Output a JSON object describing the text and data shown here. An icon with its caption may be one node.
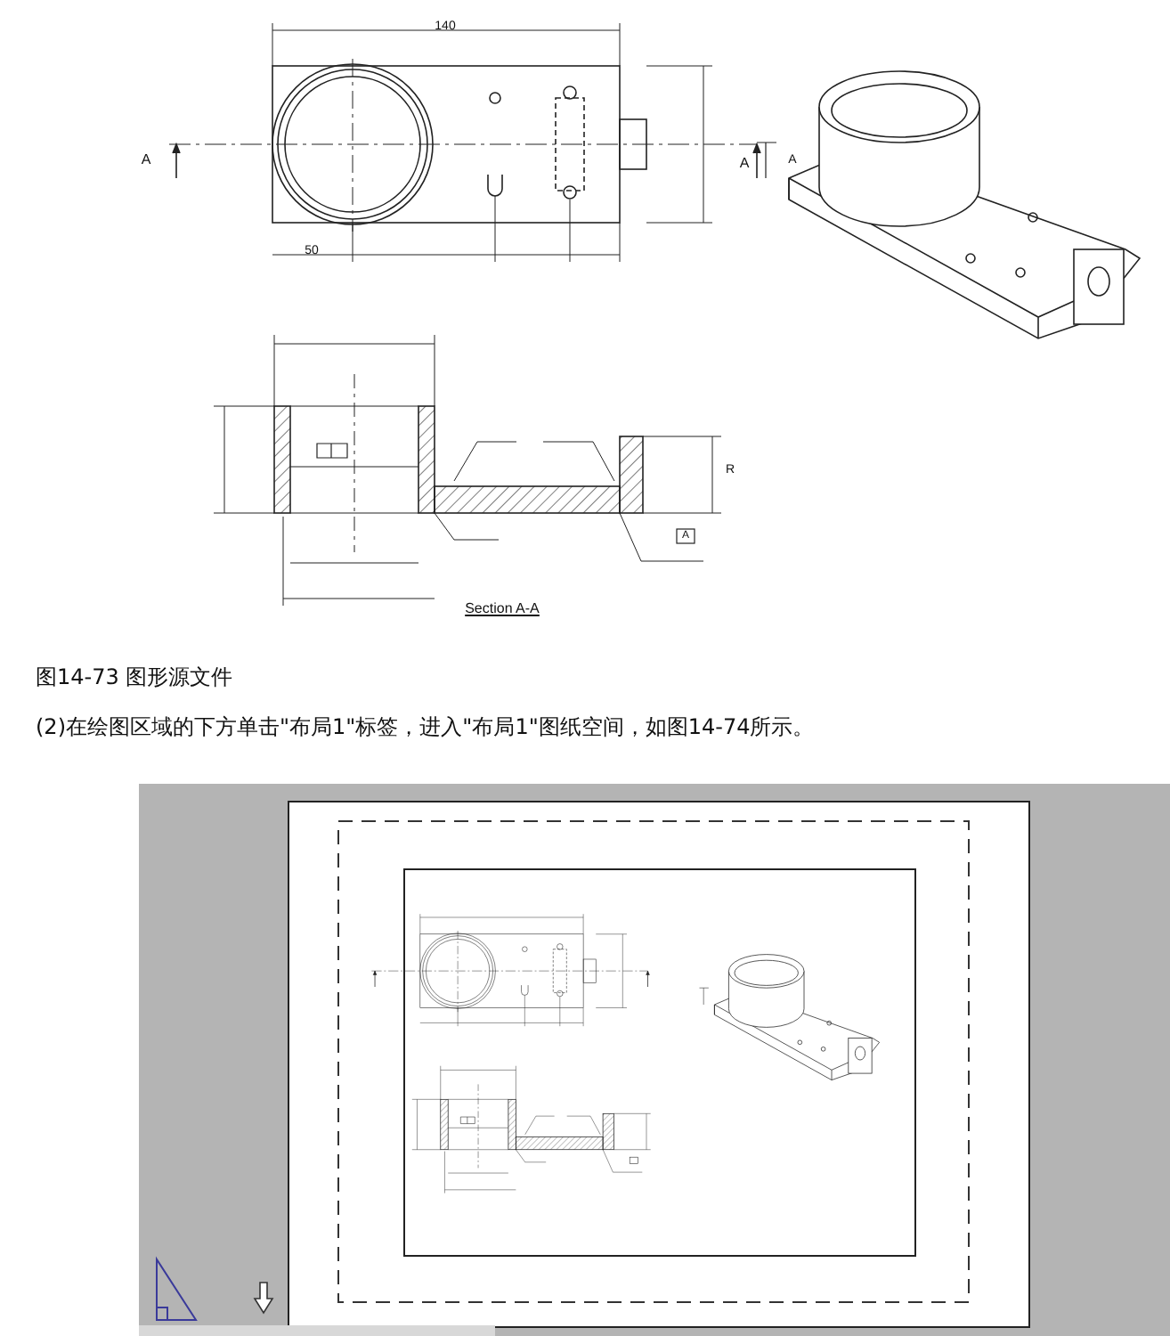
{
  "diagram": {
    "caption": "图14-73 图形源文件",
    "labels": [
      "140",
      "A",
      "A",
      "A",
      "50",
      "Section A-A",
      "A",
      "R",
      "(2)在绘图区域的下方单击\"布局1\"标签，进入\"布局1\"图纸空间，如图14-74所示。"
    ]
  }
}
